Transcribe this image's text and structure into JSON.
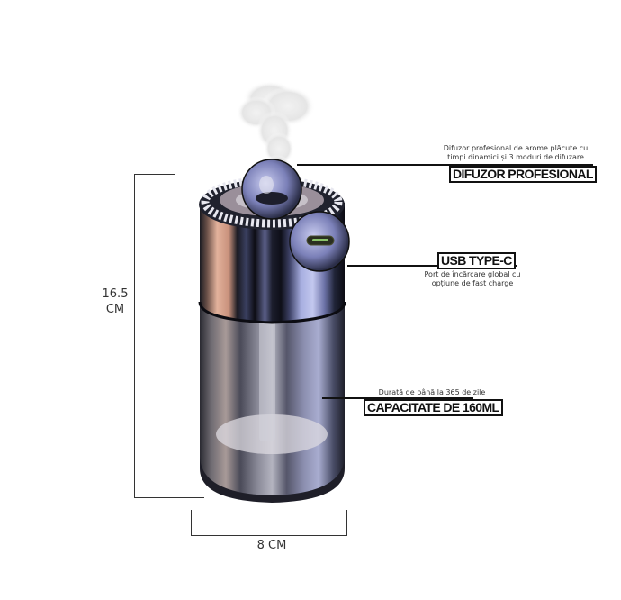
{
  "product": {
    "name": "Aroma diffuser",
    "colors": {
      "body_chrome_dark": "#1a1d2a",
      "body_copper": "#d9a48c",
      "body_blue": "#8a93c8",
      "mist": "#e8e8e8",
      "line": "#111111"
    }
  },
  "callouts": [
    {
      "id": "diffuser",
      "description": "Difuzor profesional de arome plăcute cu timpi dinamici și 3 moduri de difuzare",
      "description_lines": [
        "Difuzor profesional de arome plăcute cu",
        "timpi dinamici și 3 moduri de difuzare"
      ],
      "label": "DIFUZOR PROFESIONAL"
    },
    {
      "id": "usb",
      "label": "USB TYPE-C",
      "description_lines": [
        "Port de încărcare global cu",
        "opțiune de fast charge"
      ]
    },
    {
      "id": "capacity",
      "description_lines": [
        "Durată de până la 365 de zile"
      ],
      "label": "CAPACITATE DE 160ML"
    }
  ],
  "dimensions": {
    "height_value": "16.5",
    "height_unit": "CM",
    "width_label": "8 CM"
  }
}
